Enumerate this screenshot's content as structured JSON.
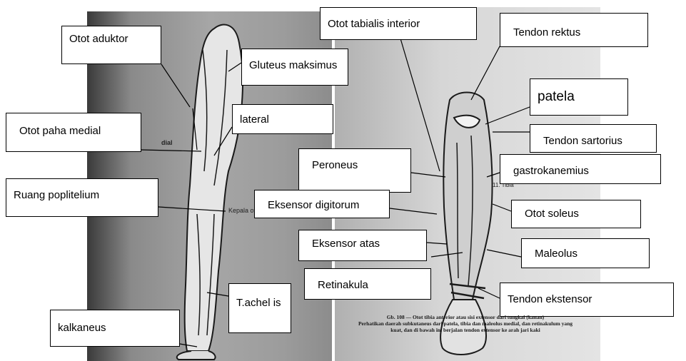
{
  "labels": {
    "otot_aduktor": "Otot aduktor",
    "gluteus_maksimus": "Gluteus maksimus",
    "lateral": "lateral",
    "otot_paha_medial": "Otot paha medial",
    "ruang_poplitelium": "Ruang poplitelium",
    "t_achelis": "T.achel is",
    "kalkaneus": "kalkaneus",
    "otot_tabialis_interior": "Otot tabialis interior",
    "tendon_rektus": "Tendon rektus",
    "patela": "patela",
    "tendon_sartorius": "Tendon sartorius",
    "peroneus": "Peroneus",
    "gastrokanemius": "gastrokanemius",
    "eksensor_digitorum": "Eksensor digitorum",
    "otot_soleus": "Otot soleus",
    "eksensor_atas": "Eksensor atas",
    "maleolus": "Maleolus",
    "retinakula": "Retinakula",
    "tendon_ekstensor": "Tendon ekstensor"
  },
  "photo_labels": {
    "kepala": "Kepala ot",
    "medial": "dial",
    "tibia": "11. Tibia"
  },
  "caption": {
    "line1": "Gb. 108 — Otot tibia anterior atau sisi extensor dari tungkai (kanan)",
    "line2": "Perhatikan daerah subkutaneus dari patela, tibia dan maleolus medial, dan retinakulum yang",
    "line3": "kuat, dan di bawah ini berjalan tendon extensor ke arah jari kaki"
  }
}
